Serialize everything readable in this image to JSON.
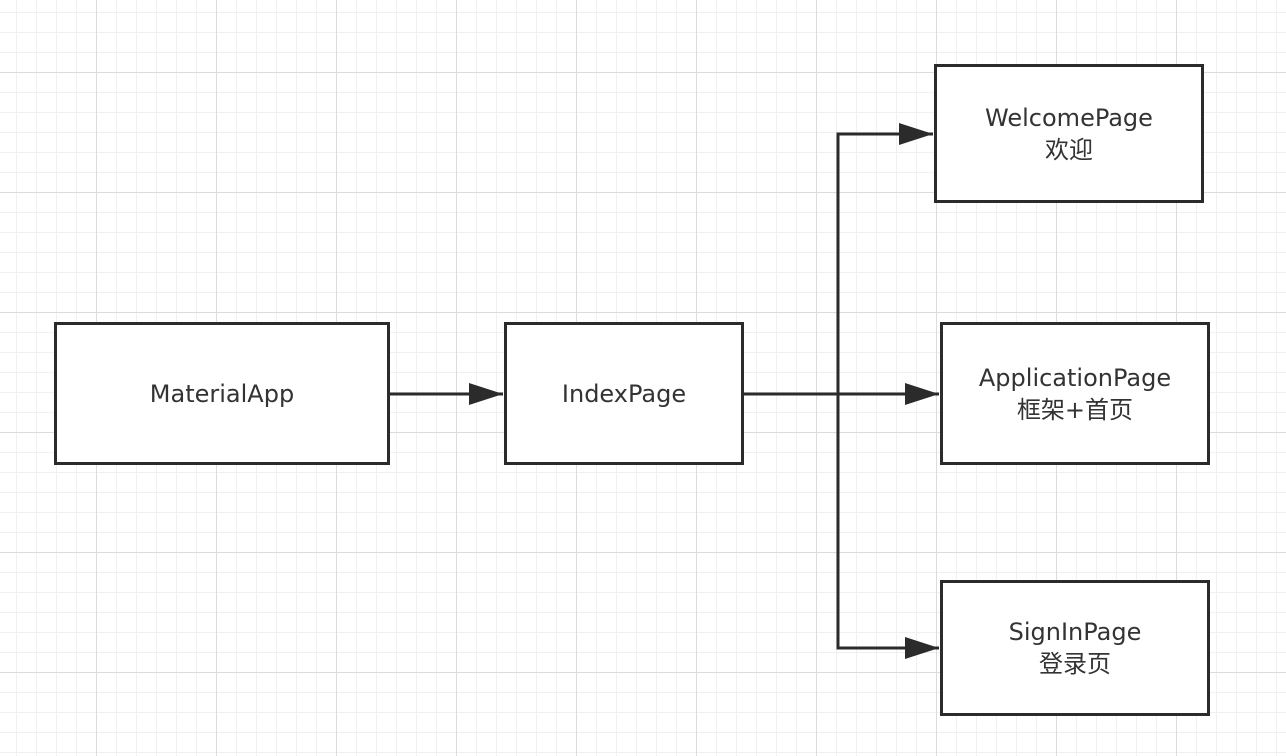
{
  "diagram": {
    "nodes": {
      "material_app": {
        "label": "MaterialApp"
      },
      "index_page": {
        "label": "IndexPage"
      },
      "welcome_page": {
        "label": "WelcomePage",
        "sublabel": "欢迎"
      },
      "application_page": {
        "label": "ApplicationPage",
        "sublabel": "框架+首页"
      },
      "sign_in_page": {
        "label": "SignInPage",
        "sublabel": "登录页"
      }
    },
    "edges": [
      {
        "from": "MaterialApp",
        "to": "IndexPage"
      },
      {
        "from": "IndexPage",
        "to": "WelcomePage"
      },
      {
        "from": "IndexPage",
        "to": "ApplicationPage"
      },
      {
        "from": "IndexPage",
        "to": "SignInPage"
      }
    ],
    "colors": {
      "stroke": "#2b2b2b",
      "text": "#333333",
      "grid_major": "#dcdcdc",
      "grid_minor": "#f0f0f0",
      "background": "#ffffff"
    }
  }
}
